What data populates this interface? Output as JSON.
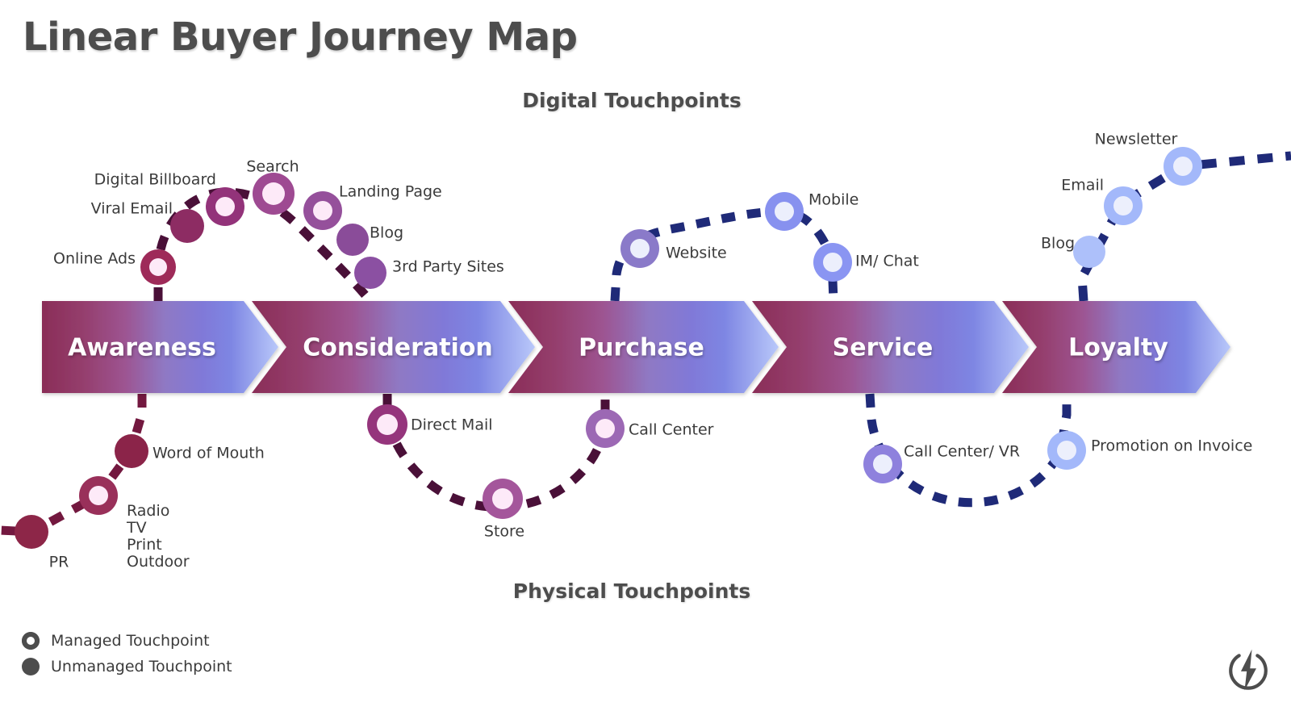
{
  "title": "Linear Buyer Journey Map",
  "headings": {
    "digital": "Digital Touchpoints",
    "physical": "Physical Touchpoints"
  },
  "colors": {
    "gradient_start": "#8a2d57",
    "gradient_mid": "#8370c8",
    "gradient_end": "#b9c8fa",
    "title_gray": "#4d4d4d",
    "label_gray": "#3b3b3b",
    "dash_purple": "#4a1038",
    "dash_navy": "#1f2a78",
    "node_inner": "#fdeaf8",
    "node_inner_blue": "#eceffc"
  },
  "phases": [
    {
      "label": "Awareness",
      "color": "#8a2d57"
    },
    {
      "label": "Consideration",
      "color": "#9a4d85"
    },
    {
      "label": "Purchase",
      "color": "#8f79c4"
    },
    {
      "label": "Service",
      "color": "#7e86e3"
    },
    {
      "label": "Loyalty",
      "color": "#b9c8fa"
    }
  ],
  "legend": {
    "managed": "Managed Touchpoint",
    "unmanaged": "Unmanaged Touchpoint"
  },
  "touchpoints": {
    "digital": [
      {
        "label": "Online Ads",
        "type": "managed",
        "phase": "Awareness"
      },
      {
        "label": "Viral Email",
        "type": "unmanaged",
        "phase": "Awareness"
      },
      {
        "label": "Digital Billboard",
        "type": "managed",
        "phase": "Awareness"
      },
      {
        "label": "Search",
        "type": "managed",
        "phase": "Consideration"
      },
      {
        "label": "Landing Page",
        "type": "managed",
        "phase": "Consideration"
      },
      {
        "label": "Blog",
        "type": "unmanaged",
        "phase": "Consideration"
      },
      {
        "label": "3rd Party Sites",
        "type": "unmanaged",
        "phase": "Consideration"
      },
      {
        "label": "Website",
        "type": "managed",
        "phase": "Purchase"
      },
      {
        "label": "Mobile",
        "type": "managed",
        "phase": "Service"
      },
      {
        "label": "IM/ Chat",
        "type": "managed",
        "phase": "Service"
      },
      {
        "label": "Blog",
        "type": "unmanaged",
        "phase": "Loyalty"
      },
      {
        "label": "Email",
        "type": "managed",
        "phase": "Loyalty"
      },
      {
        "label": "Newsletter",
        "type": "managed",
        "phase": "Loyalty"
      }
    ],
    "physical": [
      {
        "label": "PR",
        "type": "unmanaged",
        "phase": "Awareness"
      },
      {
        "label": "Radio\nTV\nPrint\nOutdoor",
        "type": "managed",
        "phase": "Awareness"
      },
      {
        "label": "Word of Mouth",
        "type": "unmanaged",
        "phase": "Awareness"
      },
      {
        "label": "Direct Mail",
        "type": "managed",
        "phase": "Consideration"
      },
      {
        "label": "Store",
        "type": "managed",
        "phase": "Consideration"
      },
      {
        "label": "Call Center",
        "type": "managed",
        "phase": "Purchase"
      },
      {
        "label": "Call Center/ VR",
        "type": "managed",
        "phase": "Service"
      },
      {
        "label": "Promotion on Invoice",
        "type": "managed",
        "phase": "Loyalty"
      }
    ]
  },
  "labels": {
    "online_ads": "Online Ads",
    "viral_email": "Viral Email",
    "digital_billboard": "Digital Billboard",
    "search": "Search",
    "landing_page": "Landing Page",
    "blog_consideration": "Blog",
    "third_party_sites": "3rd Party Sites",
    "website": "Website",
    "mobile": "Mobile",
    "im_chat": "IM/ Chat",
    "blog_loyalty": "Blog",
    "email": "Email",
    "newsletter": "Newsletter",
    "pr": "PR",
    "radio_tv_print_outdoor": "Radio\nTV\nPrint\nOutdoor",
    "word_of_mouth": "Word of Mouth",
    "direct_mail": "Direct Mail",
    "store": "Store",
    "call_center": "Call Center",
    "call_center_vr": "Call Center/ VR",
    "promotion_on_invoice": "Promotion on Invoice"
  }
}
